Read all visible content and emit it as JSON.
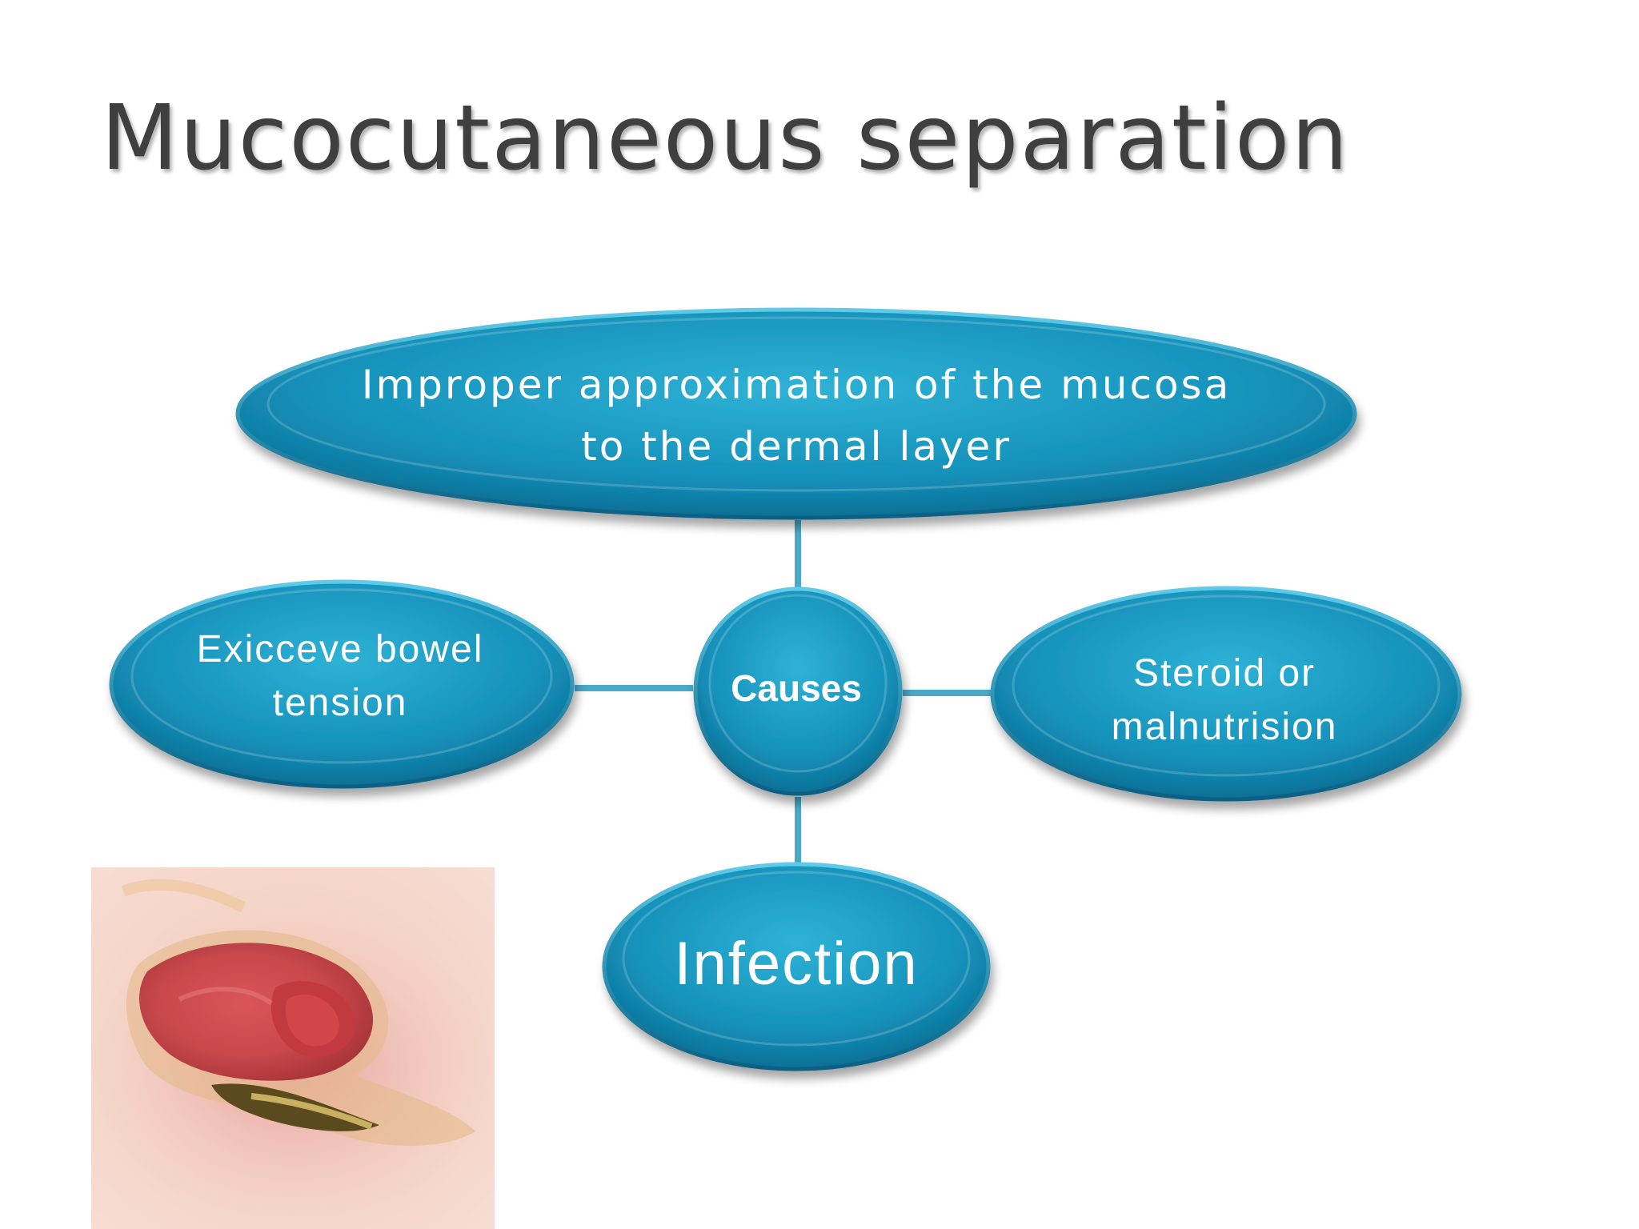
{
  "slide": {
    "title": "Mucocutaneous separation"
  },
  "diagram": {
    "center": "Causes",
    "top": "Improper approximation of the mucosa to the dermal layer",
    "left": "Exicceve bowel tension",
    "right": "Steroid or malnutrision",
    "bottom": "Infection"
  },
  "colors": {
    "node_dark": "#0b6f96",
    "node_light": "#2fb2d6",
    "connector": "#4aa8c8",
    "title_text": "#3f3f3f"
  },
  "image": {
    "icon": "wound-photo"
  }
}
